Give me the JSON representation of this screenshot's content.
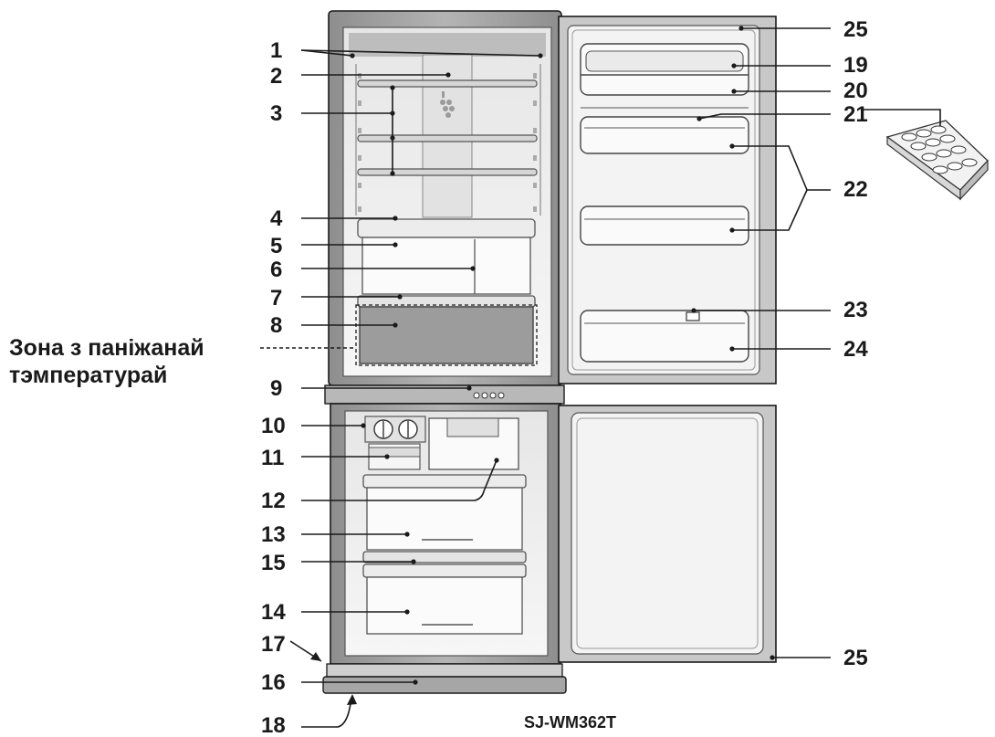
{
  "diagram": {
    "labels": [
      "1",
      "2",
      "3",
      "4",
      "5",
      "6",
      "7",
      "8",
      "9",
      "10",
      "11",
      "12",
      "13",
      "15",
      "14",
      "17",
      "16",
      "18",
      "25",
      "19",
      "20",
      "21",
      "22",
      "23",
      "24",
      "25"
    ],
    "zone_label_lines": [
      "Зона з паніжанай",
      "тэмпературай"
    ],
    "model": "SJ-WM362T"
  },
  "colors": {
    "outline": "#1a1a1a",
    "cabinet_gray": "#9a9a9a",
    "interior": "#f1f1f1",
    "interior_light": "#fafafa",
    "panel_gray": "#c4c4c4",
    "drawer_dark": "#9c9c9c"
  }
}
